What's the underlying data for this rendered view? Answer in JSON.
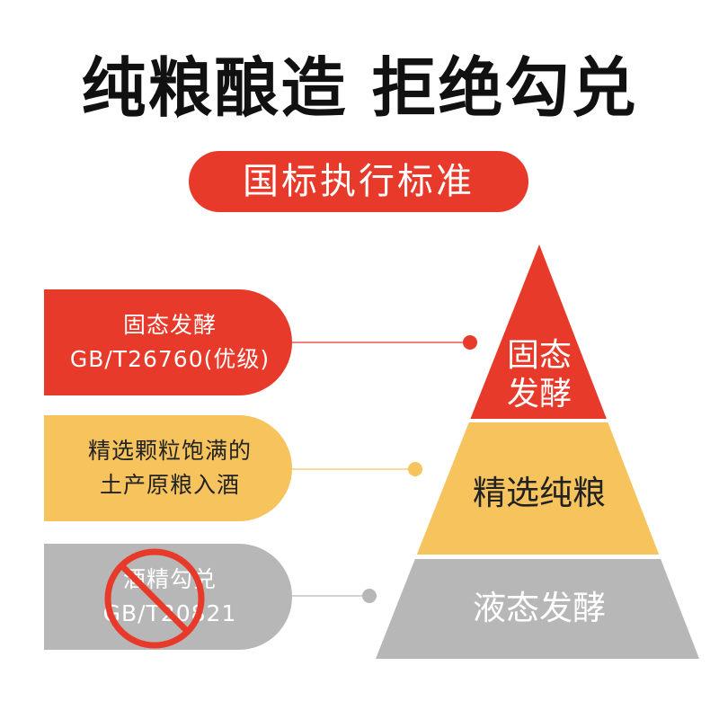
{
  "title": "纯粮酿造 拒绝勾兑",
  "badge": "国标执行标准",
  "colors": {
    "red": "#e83a2a",
    "yellow": "#f6c35d",
    "gray": "#b7b7b7",
    "dark_text": "#222222",
    "white": "#ffffff"
  },
  "panels": [
    {
      "lines": [
        "固态发酵",
        "GB/T26760(优级)"
      ]
    },
    {
      "lines": [
        "精选颗粒饱满的",
        "土产原粮入酒"
      ]
    },
    {
      "lines": [
        "酒精勾兑",
        "GB/T20821"
      ],
      "icon": "prohibited-icon"
    }
  ],
  "pyramid": {
    "top": [
      "固态",
      "发酵"
    ],
    "middle": "精选纯粮",
    "bottom": "液态发酵"
  }
}
